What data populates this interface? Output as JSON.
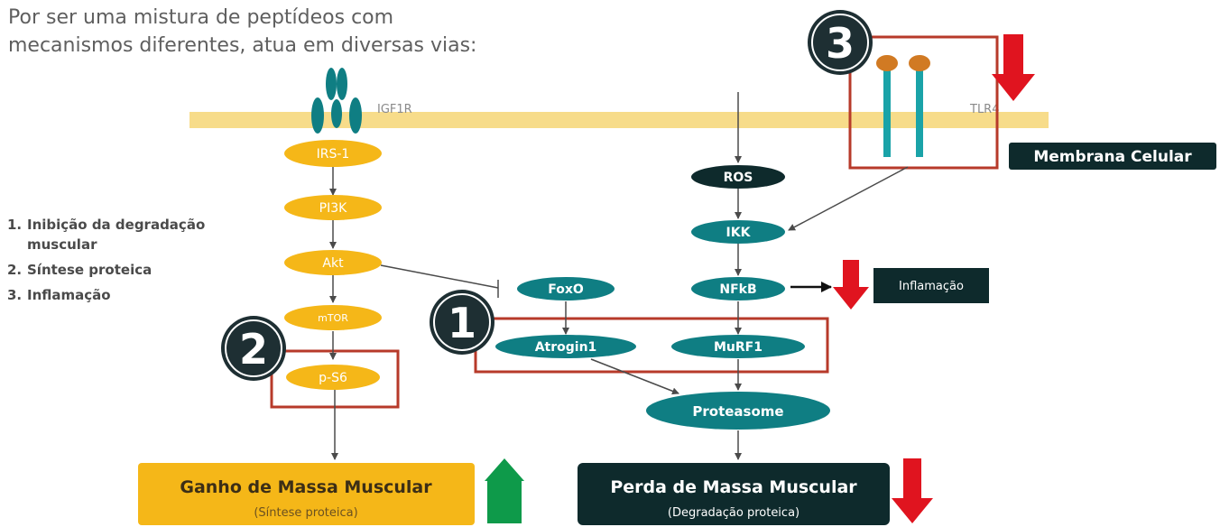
{
  "intro": {
    "line1": "Por ser uma mistura de peptídeos com",
    "line2": "mecanismos diferentes, atua em diversas vias:"
  },
  "legend": [
    {
      "num": "1.",
      "text": "Inibição da degradação muscular"
    },
    {
      "num": "2.",
      "text": "Síntese proteica"
    },
    {
      "num": "3.",
      "text": "Inflamação"
    }
  ],
  "receptors": {
    "igf1r": "IGF1R",
    "tlr4": "TLR4"
  },
  "membrane_label": "Membrana Celular",
  "nodes": {
    "irs1": "IRS-1",
    "pi3k": "PI3K",
    "akt": "Akt",
    "mtor": "mTOR",
    "ps6": "p-S6",
    "ros": "ROS",
    "ikk": "IKK",
    "nfkb": "NFkB",
    "foxo": "FoxO",
    "atrogin1": "Atrogin1",
    "murf1": "MuRF1",
    "proteasome": "Proteasome"
  },
  "badges": {
    "one": "1",
    "two": "2",
    "three": "3"
  },
  "inflammation_label": "Inflamação",
  "outcomes": {
    "gain": {
      "title": "Ganho de Massa Muscular",
      "subtitle": "(Síntese proteica)"
    },
    "loss": {
      "title": "Perda de Massa Muscular",
      "subtitle": "(Degradação proteica)"
    }
  },
  "colors": {
    "yellow": "#f5b718",
    "teal": "#0f7e83",
    "dark": "#0e2a2c",
    "red_box": "#b73a2a",
    "red_arrow": "#e0141f",
    "green_arrow": "#0e9a4a",
    "membrane": "#f7dc8a"
  }
}
